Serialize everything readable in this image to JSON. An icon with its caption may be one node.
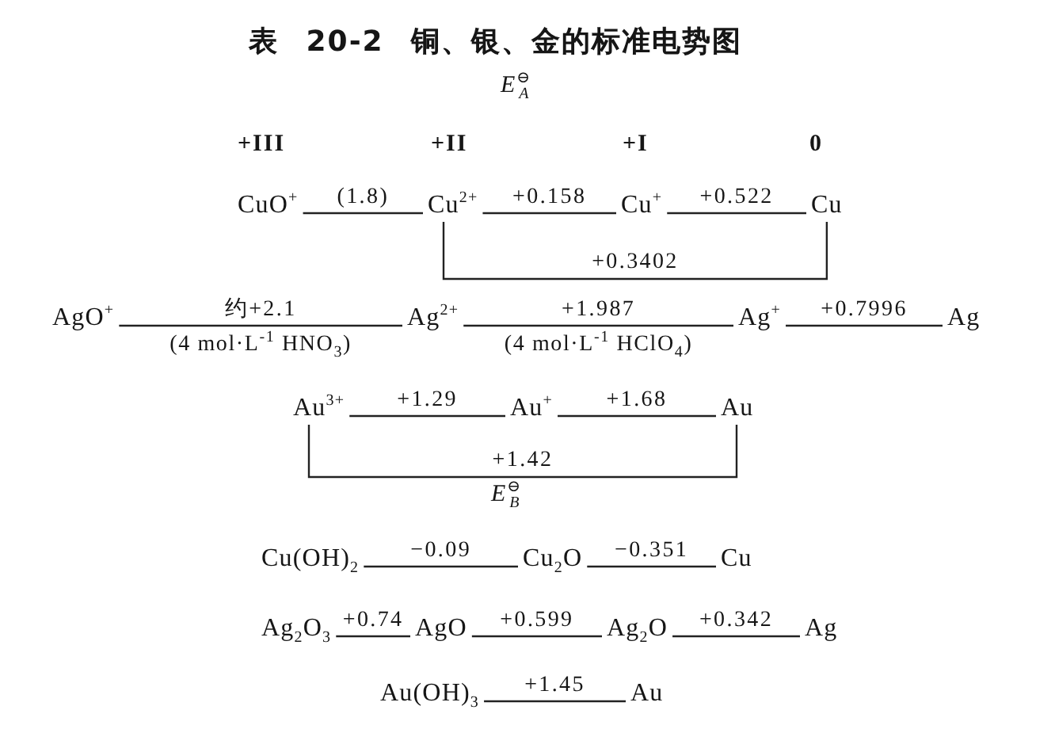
{
  "diagram": {
    "title": "表 20-2 铜、银、金的标准电势图",
    "nodes": [
      {
        "text": [
          "CuO$^{+}$"
        ]
      },
      {
        "text": [
          "Cu$^{2+}$"
        ]
      },
      {
        "text": [
          "Cu$^{+}$"
        ]
      },
      {
        "text": [
          "Cu"
        ]
      },
      {
        "text": [
          "AgO$^{+}$"
        ]
      },
      {
        "text": [
          "Ag$^{2+}$"
        ]
      },
      {
        "text": [
          "Ag$^{+}$"
        ]
      },
      {
        "text": [
          "Ag"
        ]
      },
      {
        "text": [
          "Au$^{3+}$"
        ]
      },
      {
        "text": [
          "Au$^{+}$"
        ]
      },
      {
        "text": [
          "Au"
        ]
      },
      {
        "text": [
          "Cu(OH)$_{2}$"
        ]
      },
      {
        "text": [
          "Cu$_{2}$O"
        ]
      },
      {
        "text": [
          "Cu"
        ]
      },
      {
        "text": [
          "Ag$_{2}$O$_{3}$"
        ]
      },
      {
        "text": [
          "AgO"
        ]
      },
      {
        "text": [
          "Ag$_{2}$O"
        ]
      },
      {
        "text": [
          "Ag"
        ]
      },
      {
        "text": [
          "Au(OH)$_{3}$"
        ]
      },
      {
        "text": [
          "Au"
        ]
      }
    ],
    "edges": [
      {
        "from": 0,
        "to": 1,
        "arrow": "none",
        "label": "(1.8)"
      },
      {
        "from": 1,
        "to": 2,
        "arrow": "none",
        "label": "+0.158"
      },
      {
        "from": 2,
        "to": 3,
        "arrow": "none",
        "label": "+0.522"
      },
      {
        "from": 1,
        "to": 3,
        "arrow": "none",
        "label": "+0.3402"
      },
      {
        "from": 4,
        "to": 5,
        "arrow": "none",
        "label": "约+2.1"
      },
      {
        "from": 5,
        "to": 6,
        "arrow": "none",
        "label": "+1.987"
      },
      {
        "from": 6,
        "to": 7,
        "arrow": "none",
        "label": "+0.7996"
      },
      {
        "from": 8,
        "to": 9,
        "arrow": "none",
        "label": "+1.29"
      },
      {
        "from": 9,
        "to": 10,
        "arrow": "none",
        "label": "+1.68"
      },
      {
        "from": 8,
        "to": 10,
        "arrow": "none",
        "label": "+1.42"
      },
      {
        "from": 11,
        "to": 12,
        "arrow": "none",
        "label": "−0.09"
      },
      {
        "from": 12,
        "to": 13,
        "arrow": "none",
        "label": "−0.351"
      },
      {
        "from": 14,
        "to": 15,
        "arrow": "none",
        "label": "+0.74"
      },
      {
        "from": 15,
        "to": 16,
        "arrow": "none",
        "label": "+0.599"
      },
      {
        "from": 16,
        "to": 17,
        "arrow": "none",
        "label": "+0.342"
      },
      {
        "from": 18,
        "to": 19,
        "arrow": "none",
        "label": "+1.45"
      }
    ],
    "labels": [
      "*E*$^{⊖}$$_{A}$",
      "+III",
      "+II",
      "+I",
      "0",
      "(4 mol·L$^{-1}$ HNO$_{3}$)",
      "(4 mol·L$^{-1}$ HClO$_{4}$)",
      "*E*$^{⊖}$$_{B}$"
    ]
  }
}
